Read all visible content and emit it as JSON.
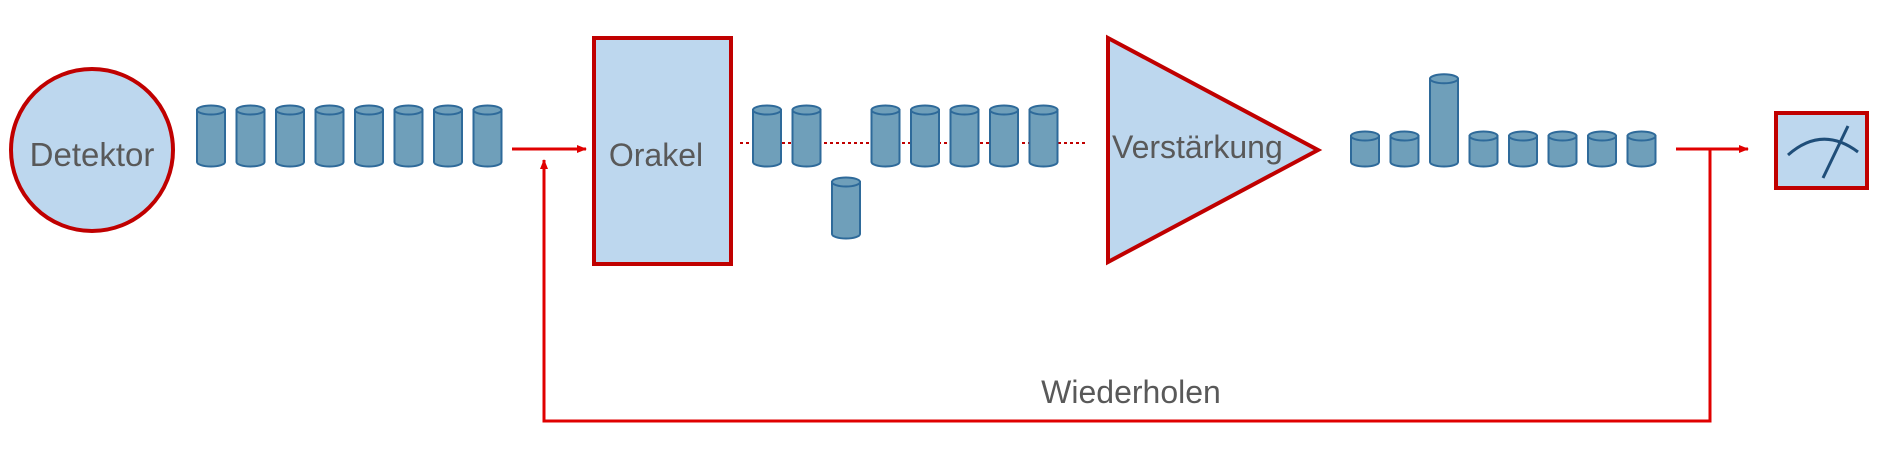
{
  "labels": {
    "detector": "Detektor",
    "oracle": "Orakel",
    "amplification": "Verstärkung",
    "repeat": "Wiederholen"
  },
  "states": {
    "initial_amplitudes": [
      1,
      1,
      1,
      1,
      1,
      1,
      1,
      1
    ],
    "after_oracle_amplitudes": [
      1,
      1,
      -1,
      1,
      1,
      1,
      1,
      1
    ],
    "after_amplification_amplitudes": [
      0.5,
      0.5,
      1.6,
      0.5,
      0.5,
      0.5,
      0.5,
      0.5
    ]
  },
  "icons": {
    "meter": "measurement-meter-icon",
    "state_bar": "cylinder-icon"
  },
  "colors": {
    "fill": "#bdd7ee",
    "outline": "#c00000",
    "arrow": "#e00000",
    "cylinder_fill": "#6f9fba",
    "cylinder_stroke": "#2e6a9a",
    "text": "#595959"
  }
}
